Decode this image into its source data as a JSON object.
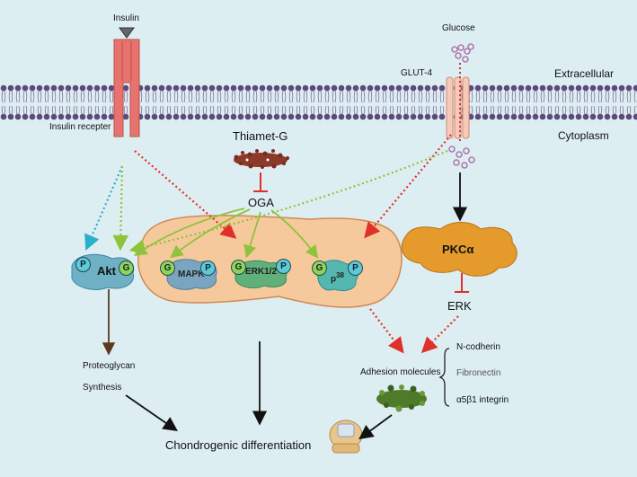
{
  "labels": {
    "insulin": "Insulin",
    "insulin_receptor": "Insulin recepter",
    "glucose": "Glucose",
    "glut4": "GLUT-4",
    "extracellular": "Extracellular",
    "cytoplasm": "Cytoplasm",
    "thiamet_g": "Thiamet-G",
    "oga": "OGA",
    "akt": "Akt",
    "mapk": "MAPK",
    "erk12": "ERK1/2",
    "p38_base": "p",
    "p38_sup": "38",
    "pkc": "PKCα",
    "erk": "ERK",
    "proteoglycan": "Proteoglycan",
    "synthesis": "Synthesis",
    "adhesion": "Adhesion molecules",
    "n_cadherin": "N-codherin",
    "fibronectin": "Fibronectin",
    "integrin": "α5β1 integrin",
    "chondrogenic": "Chondrogenic differentiation",
    "g": "G",
    "p": "P"
  },
  "colors": {
    "background": "#ddeef3",
    "membrane": "#5b4a7a",
    "receptor": "#e8736e",
    "glut4": "#f6c9b8",
    "glucose": "#b07ab0",
    "thiamet": "#7a2a1f",
    "complex": "#f6c99d",
    "akt": "#6fb0c4",
    "pkc": "#e59a2c",
    "adhesion": "#4f7a2a",
    "red_arrow": "#e0302a",
    "green_arrow": "#8fc33c",
    "cyan_arrow": "#2ab0c8",
    "brown_arrow": "#5a3a1c"
  }
}
